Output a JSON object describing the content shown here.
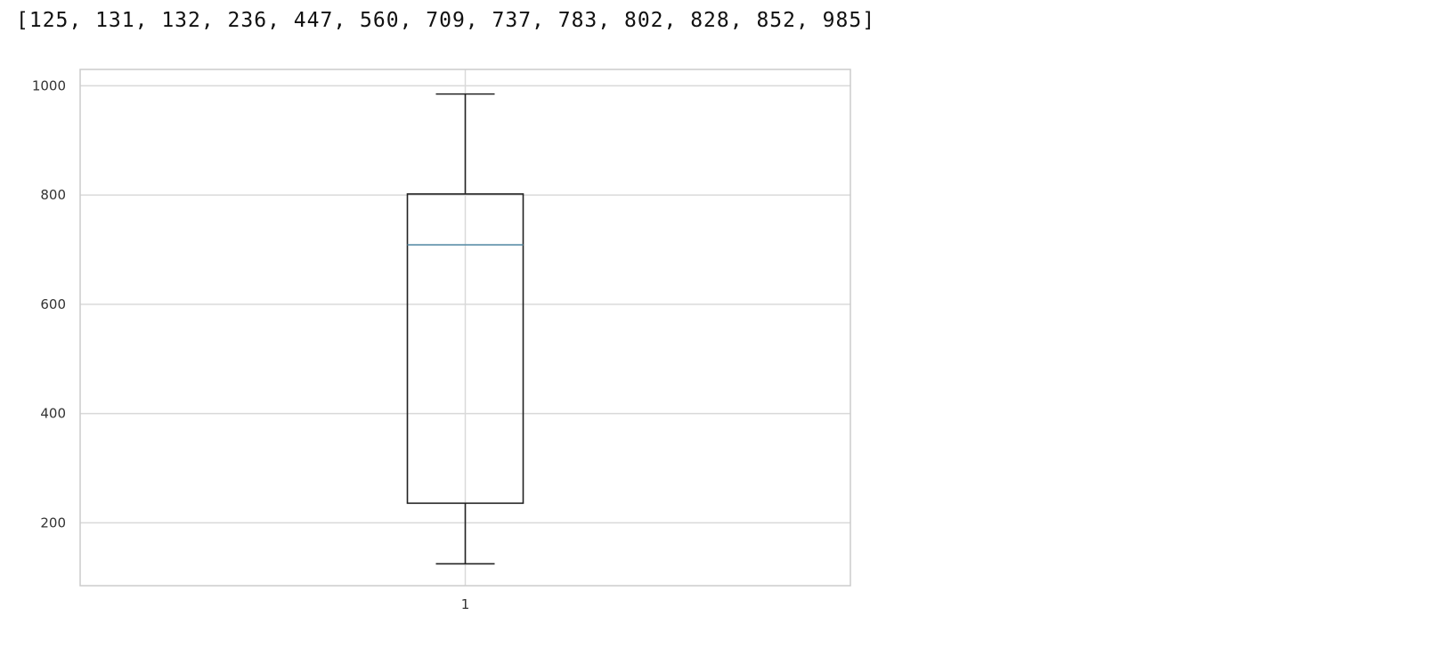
{
  "output": {
    "text": "[125, 131, 132, 236, 447, 560, 709, 737, 783, 802, 828, 852, 985]"
  },
  "chart_data": {
    "type": "box",
    "categories": [
      "1"
    ],
    "raw_values": [
      125,
      131,
      132,
      236,
      447,
      560,
      709,
      737,
      783,
      802,
      828,
      852,
      985
    ],
    "boxes": [
      {
        "label": "1",
        "whisker_low": 125,
        "q1": 236,
        "median": 709,
        "q3": 802,
        "whisker_high": 985
      }
    ],
    "ylim": [
      85,
      1030
    ],
    "y_ticks": [
      200,
      400,
      600,
      800,
      1000
    ],
    "grid": true,
    "colors": {
      "box": "#222222",
      "median": "#5b8fa8",
      "grid": "#d9d9d9",
      "frame": "#cccccc"
    }
  }
}
